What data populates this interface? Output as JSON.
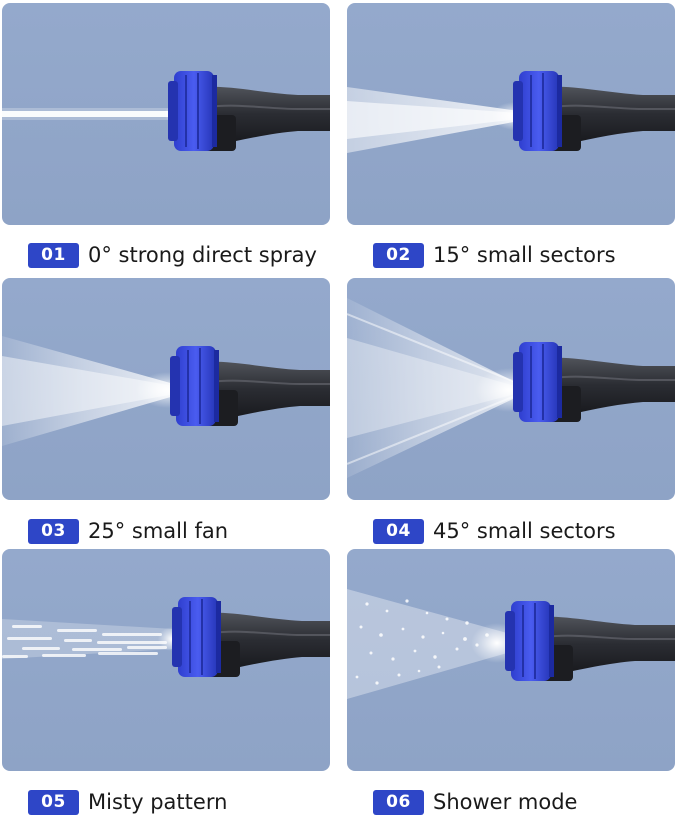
{
  "modes": [
    {
      "number": "01",
      "label": "0° strong direct spray"
    },
    {
      "number": "02",
      "label": "15° small sectors"
    },
    {
      "number": "03",
      "label": "25° small fan"
    },
    {
      "number": "04",
      "label": "45° small sectors"
    },
    {
      "number": "05",
      "label": "Misty pattern"
    },
    {
      "number": "06",
      "label": "Shower mode"
    }
  ],
  "colors": {
    "badge": "#2e46c7",
    "panel_background": "#8fa4c7",
    "nozzle_blue": "#3c4fe0",
    "handle_dark": "#2b2d33",
    "water": "#ffffff"
  },
  "icons": [
    "spray-nozzle-icon"
  ]
}
